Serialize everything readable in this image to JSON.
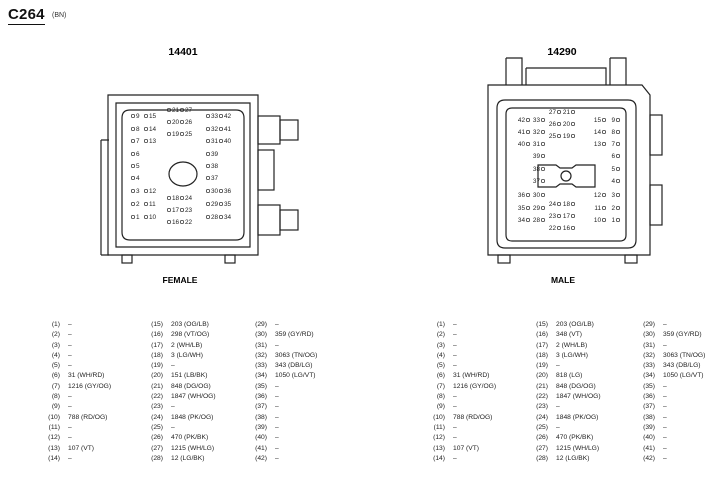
{
  "header": {
    "code": "C264",
    "color": "(BN)"
  },
  "left_connector": {
    "part": "14401",
    "label": "FEMALE",
    "pins": [
      [
        "9",
        "15"
      ],
      [
        "8",
        "14"
      ],
      [
        "7",
        "13"
      ],
      [
        "6"
      ],
      [
        "5"
      ],
      [
        "4"
      ],
      [
        "3",
        "12"
      ],
      [
        "2",
        "11"
      ],
      [
        "1",
        "10"
      ],
      [
        "21",
        "27"
      ],
      [
        "20",
        "26"
      ],
      [
        "19",
        "25"
      ],
      [
        "33",
        "42"
      ],
      [
        "32",
        "41"
      ],
      [
        "31",
        "40"
      ],
      [
        "39"
      ],
      [
        "38"
      ],
      [
        "37"
      ],
      [
        "18",
        "24"
      ],
      [
        "17",
        "23"
      ],
      [
        "16",
        "22"
      ],
      [
        "30",
        "36"
      ],
      [
        "29",
        "35"
      ],
      [
        "28",
        "34"
      ]
    ]
  },
  "right_connector": {
    "part": "14290",
    "label": "MALE",
    "pins": [
      [
        "42",
        "33"
      ],
      [
        "41",
        "32"
      ],
      [
        "40",
        "31"
      ],
      [
        "39"
      ],
      [
        "38"
      ],
      [
        "37"
      ],
      [
        "36",
        "30"
      ],
      [
        "35",
        "29"
      ],
      [
        "34",
        "28"
      ],
      [
        "27",
        "21"
      ],
      [
        "26",
        "20"
      ],
      [
        "25",
        "19"
      ],
      [
        "15",
        "9"
      ],
      [
        "14",
        "8"
      ],
      [
        "13",
        "7"
      ],
      [
        "6"
      ],
      [
        "5"
      ],
      [
        "4"
      ],
      [
        "24",
        "18"
      ],
      [
        "23",
        "17"
      ],
      [
        "22",
        "16"
      ],
      [
        "12",
        "3"
      ],
      [
        "11",
        "2"
      ],
      [
        "10",
        "1"
      ]
    ]
  },
  "left_pinout": [
    {
      "n": "(1)",
      "v": "–"
    },
    {
      "n": "(2)",
      "v": "–"
    },
    {
      "n": "(3)",
      "v": "–"
    },
    {
      "n": "(4)",
      "v": "–"
    },
    {
      "n": "(5)",
      "v": "–"
    },
    {
      "n": "(6)",
      "v": "31 (WH/RD)"
    },
    {
      "n": "(7)",
      "v": "1216 (GY/OG)"
    },
    {
      "n": "(8)",
      "v": "–"
    },
    {
      "n": "(9)",
      "v": "–"
    },
    {
      "n": "(10)",
      "v": "788 (RD/OG)"
    },
    {
      "n": "(11)",
      "v": "–"
    },
    {
      "n": "(12)",
      "v": "–"
    },
    {
      "n": "(13)",
      "v": "107 (VT)"
    },
    {
      "n": "(14)",
      "v": "–"
    },
    {
      "n": "(15)",
      "v": "203 (OG/LB)"
    },
    {
      "n": "(16)",
      "v": "298 (VT/OG)"
    },
    {
      "n": "(17)",
      "v": "2 (WH/LB)"
    },
    {
      "n": "(18)",
      "v": "3 (LG/WH)"
    },
    {
      "n": "(19)",
      "v": "–"
    },
    {
      "n": "(20)",
      "v": "151 (LB/BK)"
    },
    {
      "n": "(21)",
      "v": "848 (DG/OG)"
    },
    {
      "n": "(22)",
      "v": "1847 (WH/OG)"
    },
    {
      "n": "(23)",
      "v": "–"
    },
    {
      "n": "(24)",
      "v": "1848 (PK/OG)"
    },
    {
      "n": "(25)",
      "v": "–"
    },
    {
      "n": "(26)",
      "v": "470 (PK/BK)"
    },
    {
      "n": "(27)",
      "v": "1215 (WH/LG)"
    },
    {
      "n": "(28)",
      "v": "12 (LG/BK)"
    },
    {
      "n": "(29)",
      "v": "–"
    },
    {
      "n": "(30)",
      "v": "359 (GY/RD)"
    },
    {
      "n": "(31)",
      "v": "–"
    },
    {
      "n": "(32)",
      "v": "3063 (TN/OG)"
    },
    {
      "n": "(33)",
      "v": "343 (DB/LG)"
    },
    {
      "n": "(34)",
      "v": "1050 (LG/VT)"
    },
    {
      "n": "(35)",
      "v": "–"
    },
    {
      "n": "(36)",
      "v": "–"
    },
    {
      "n": "(37)",
      "v": "–"
    },
    {
      "n": "(38)",
      "v": "–"
    },
    {
      "n": "(39)",
      "v": "–"
    },
    {
      "n": "(40)",
      "v": "–"
    },
    {
      "n": "(41)",
      "v": "–"
    },
    {
      "n": "(42)",
      "v": "–"
    }
  ],
  "right_pinout": [
    {
      "n": "(1)",
      "v": "–"
    },
    {
      "n": "(2)",
      "v": "–"
    },
    {
      "n": "(3)",
      "v": "–"
    },
    {
      "n": "(4)",
      "v": "–"
    },
    {
      "n": "(5)",
      "v": "–"
    },
    {
      "n": "(6)",
      "v": "31 (WH/RD)"
    },
    {
      "n": "(7)",
      "v": "1216 (GY/OG)"
    },
    {
      "n": "(8)",
      "v": "–"
    },
    {
      "n": "(9)",
      "v": "–"
    },
    {
      "n": "(10)",
      "v": "788 (RD/OG)"
    },
    {
      "n": "(11)",
      "v": "–"
    },
    {
      "n": "(12)",
      "v": "–"
    },
    {
      "n": "(13)",
      "v": "107 (VT)"
    },
    {
      "n": "(14)",
      "v": "–"
    },
    {
      "n": "(15)",
      "v": "203 (OG/LB)"
    },
    {
      "n": "(16)",
      "v": "348 (VT)"
    },
    {
      "n": "(17)",
      "v": "2 (WH/LB)"
    },
    {
      "n": "(18)",
      "v": "3 (LG/WH)"
    },
    {
      "n": "(19)",
      "v": "–"
    },
    {
      "n": "(20)",
      "v": "818 (LG)"
    },
    {
      "n": "(21)",
      "v": "848 (DG/OG)"
    },
    {
      "n": "(22)",
      "v": "1847 (WH/OG)"
    },
    {
      "n": "(23)",
      "v": "–"
    },
    {
      "n": "(24)",
      "v": "1848 (PK/OG)"
    },
    {
      "n": "(25)",
      "v": "–"
    },
    {
      "n": "(26)",
      "v": "470 (PK/BK)"
    },
    {
      "n": "(27)",
      "v": "1215 (WH/LG)"
    },
    {
      "n": "(28)",
      "v": "12 (LG/BK)"
    },
    {
      "n": "(29)",
      "v": "–"
    },
    {
      "n": "(30)",
      "v": "359 (GY/RD)"
    },
    {
      "n": "(31)",
      "v": "–"
    },
    {
      "n": "(32)",
      "v": "3063 (TN/OG)"
    },
    {
      "n": "(33)",
      "v": "343 (DB/LG)"
    },
    {
      "n": "(34)",
      "v": "1050 (LG/VT)"
    },
    {
      "n": "(35)",
      "v": "–"
    },
    {
      "n": "(36)",
      "v": "–"
    },
    {
      "n": "(37)",
      "v": "–"
    },
    {
      "n": "(38)",
      "v": "–"
    },
    {
      "n": "(39)",
      "v": "–"
    },
    {
      "n": "(40)",
      "v": "–"
    },
    {
      "n": "(41)",
      "v": "–"
    },
    {
      "n": "(42)",
      "v": "–"
    }
  ]
}
